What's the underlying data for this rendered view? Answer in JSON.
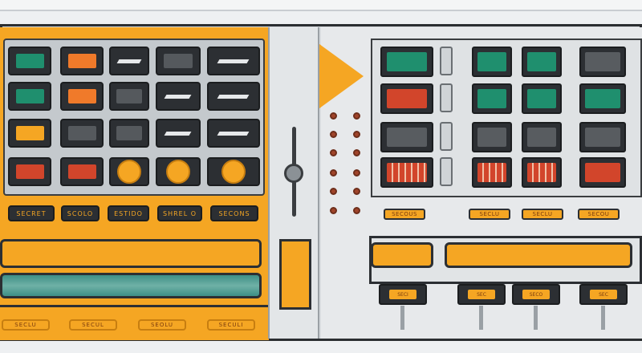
{
  "colors": {
    "accent_orange": "#f5a623",
    "screen_green": "#1f8f6e",
    "screen_red": "#d2452b",
    "panel_dark": "#2c2f33",
    "chassis_grey": "#d8dcdf"
  },
  "left_grid": [
    {
      "color": "g",
      "label": "",
      "icon": "square-icon"
    },
    {
      "color": "o",
      "label": "",
      "icon": "square-icon"
    },
    {
      "color": "none",
      "label": "",
      "icon": "arrow-icon"
    },
    {
      "color": "d",
      "label": "",
      "icon": "square-icon"
    },
    {
      "color": "none",
      "label": "",
      "icon": "arrow-icon"
    },
    {
      "color": "g",
      "label": "",
      "icon": "square-icon"
    },
    {
      "color": "o",
      "label": "",
      "icon": "square-icon"
    },
    {
      "color": "d",
      "label": "",
      "icon": "square-icon"
    },
    {
      "color": "none",
      "label": "",
      "icon": "arrow-icon"
    },
    {
      "color": "none",
      "label": "",
      "icon": "arrow-icon"
    },
    {
      "color": "y",
      "label": "",
      "icon": "square-icon"
    },
    {
      "color": "d",
      "label": "",
      "icon": "square-icon"
    },
    {
      "color": "d",
      "label": "",
      "icon": "square-icon"
    },
    {
      "color": "none",
      "label": "",
      "icon": "arrow-icon"
    },
    {
      "color": "none",
      "label": "",
      "icon": "arrow-icon"
    },
    {
      "color": "r",
      "label": "",
      "icon": "square-icon"
    },
    {
      "color": "r",
      "label": "",
      "icon": "square-icon"
    },
    {
      "color": "y",
      "label": "",
      "icon": "circle-icon"
    },
    {
      "color": "y",
      "label": "",
      "icon": "circle-icon"
    },
    {
      "color": "y",
      "label": "",
      "icon": "circle-icon"
    }
  ],
  "left_strip_labels": [
    "SECRET",
    "SCOLO",
    "ESTIDO",
    "SHREL O",
    "SECONS"
  ],
  "bottom_left_labels": [
    "SECLU",
    "SECUL",
    "SEOLU",
    "SECULI"
  ],
  "right_grid": [
    {
      "color": "g",
      "label": ""
    },
    {
      "color": "g",
      "label": ""
    },
    {
      "color": "g",
      "label": ""
    },
    {
      "color": "d",
      "label": ""
    },
    {
      "color": "r",
      "label": ""
    },
    {
      "color": "g",
      "label": ""
    },
    {
      "color": "g",
      "label": ""
    },
    {
      "color": "g",
      "label": ""
    },
    {
      "color": "d",
      "label": ""
    },
    {
      "color": "d",
      "label": ""
    },
    {
      "color": "d",
      "label": ""
    },
    {
      "color": "d",
      "label": ""
    },
    {
      "color": "rs",
      "label": ""
    },
    {
      "color": "rs",
      "label": ""
    },
    {
      "color": "rs",
      "label": ""
    },
    {
      "color": "r",
      "label": ""
    }
  ],
  "right_chip_labels": [
    "SECOUS",
    "SECLU",
    "SECLU",
    "SECOU"
  ],
  "right_unit_labels": [
    "SECI",
    "SEC",
    "SECO",
    "SEC"
  ]
}
